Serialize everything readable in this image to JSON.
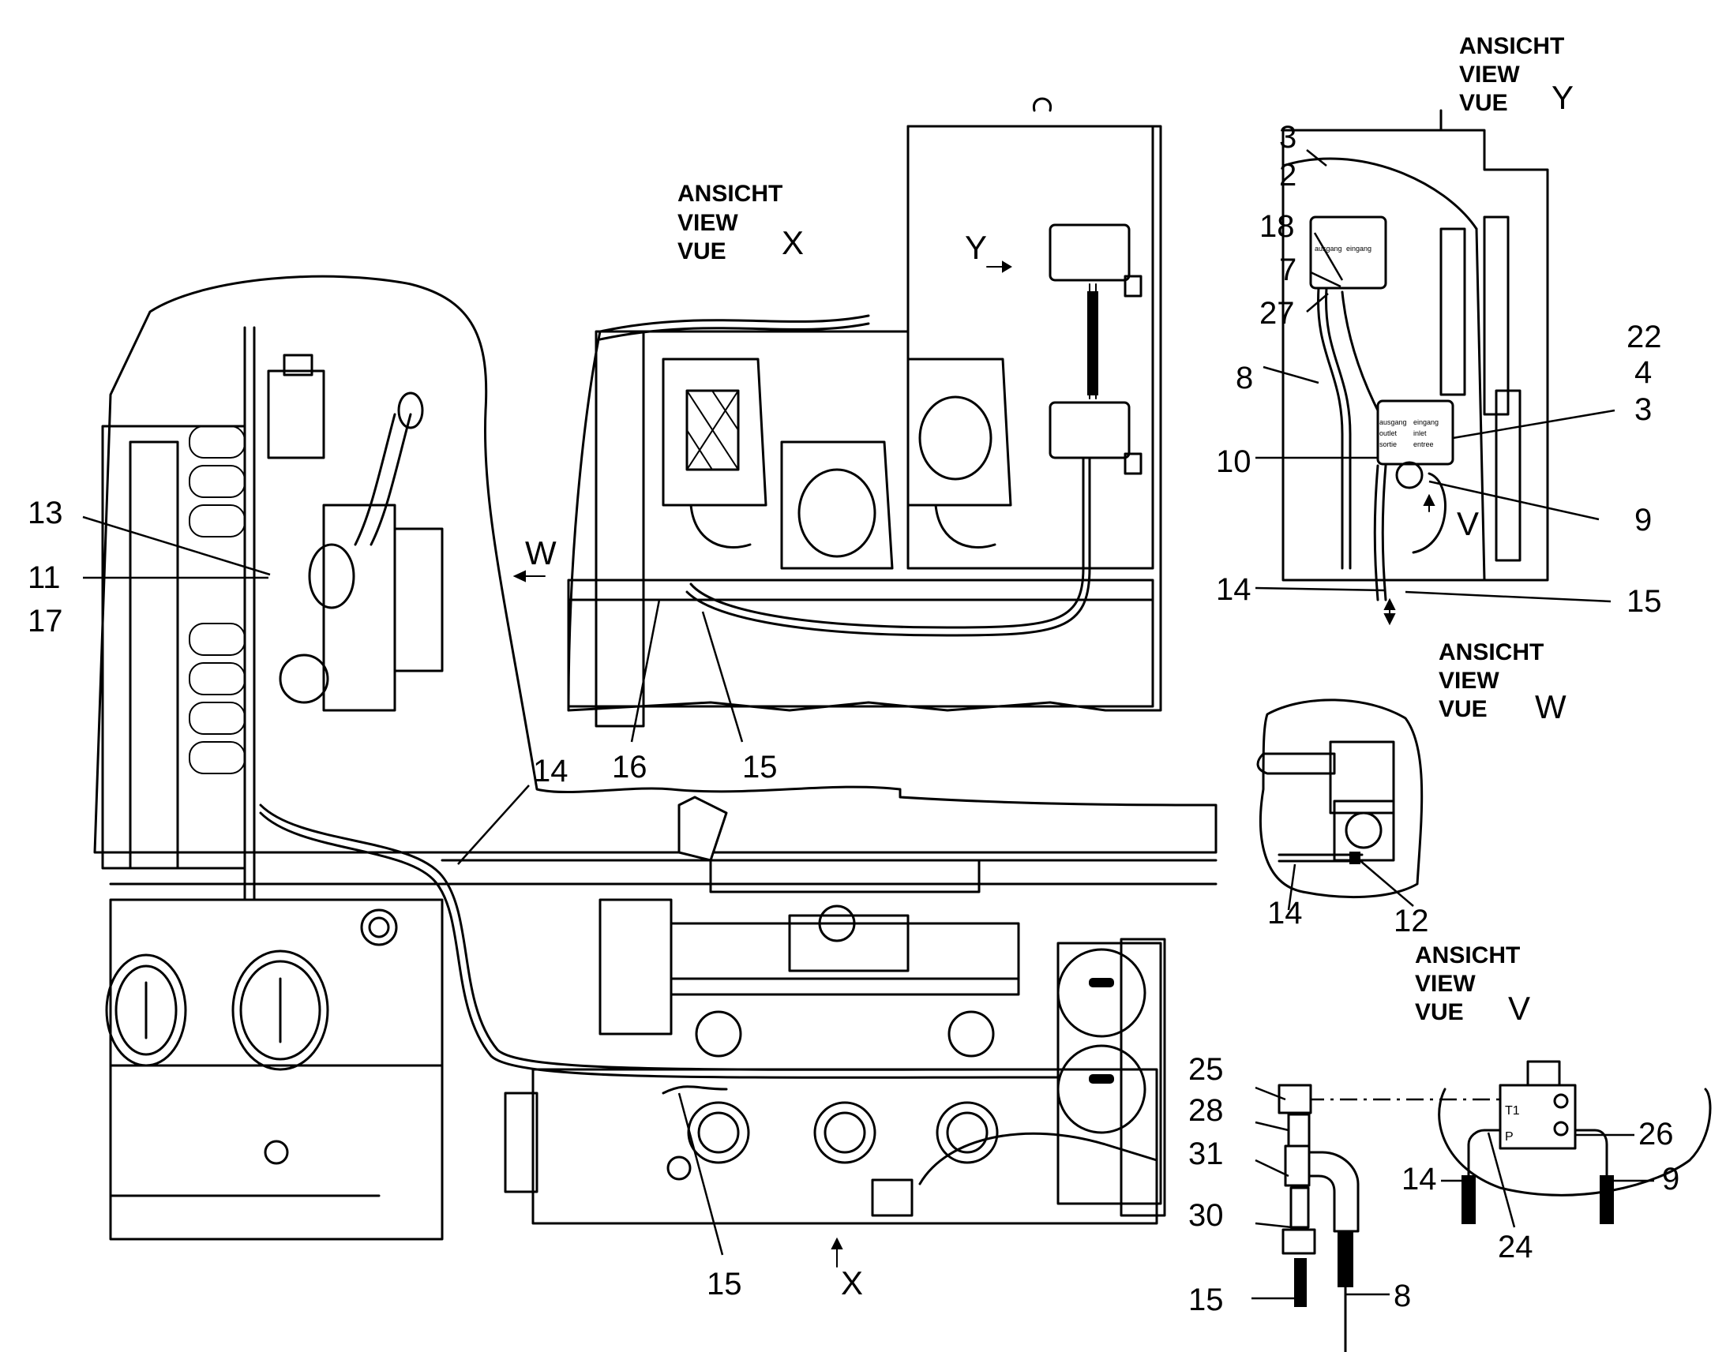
{
  "views": {
    "x": {
      "line1": "ANSICHT",
      "line2": "VIEW",
      "line3": "VUE",
      "letter": "X"
    },
    "y": {
      "line1": "ANSICHT",
      "line2": "VIEW",
      "line3": "VUE",
      "letter": "Y"
    },
    "w": {
      "line1": "ANSICHT",
      "line2": "VIEW",
      "line3": "VUE",
      "letter": "W"
    },
    "v": {
      "line1": "ANSICHT",
      "line2": "VIEW",
      "line3": "VUE",
      "letter": "V"
    }
  },
  "arrow_letters": {
    "y": "Y",
    "w": "W",
    "x": "X",
    "v": "V"
  },
  "callouts": {
    "main": {
      "n13": "13",
      "n11": "11",
      "n17": "17",
      "n14": "14",
      "n16": "16",
      "n15_top": "15",
      "n15_bottom": "15"
    },
    "view_y": {
      "n3_top": "3",
      "n2": "2",
      "n18": "18",
      "n7": "7",
      "n27": "27",
      "n8": "8",
      "n10": "10",
      "n22": "22",
      "n4": "4",
      "n3_right": "3",
      "n9": "9",
      "n14": "14",
      "n15": "15"
    },
    "view_w": {
      "n14": "14",
      "n12": "12"
    },
    "view_v": {
      "n25": "25",
      "n28": "28",
      "n31": "31",
      "n30": "30",
      "n15": "15",
      "n8": "8",
      "n26": "26",
      "n14": "14",
      "n9": "9",
      "n24": "24"
    }
  },
  "filter_labels": {
    "outlet_de": "ausgang",
    "outlet_en": "outlet",
    "outlet_fr": "sortie",
    "inlet_de": "eingang",
    "inlet_en": "inlet",
    "inlet_fr": "entree"
  },
  "valve_ports": {
    "t1": "T1",
    "p": "P"
  }
}
